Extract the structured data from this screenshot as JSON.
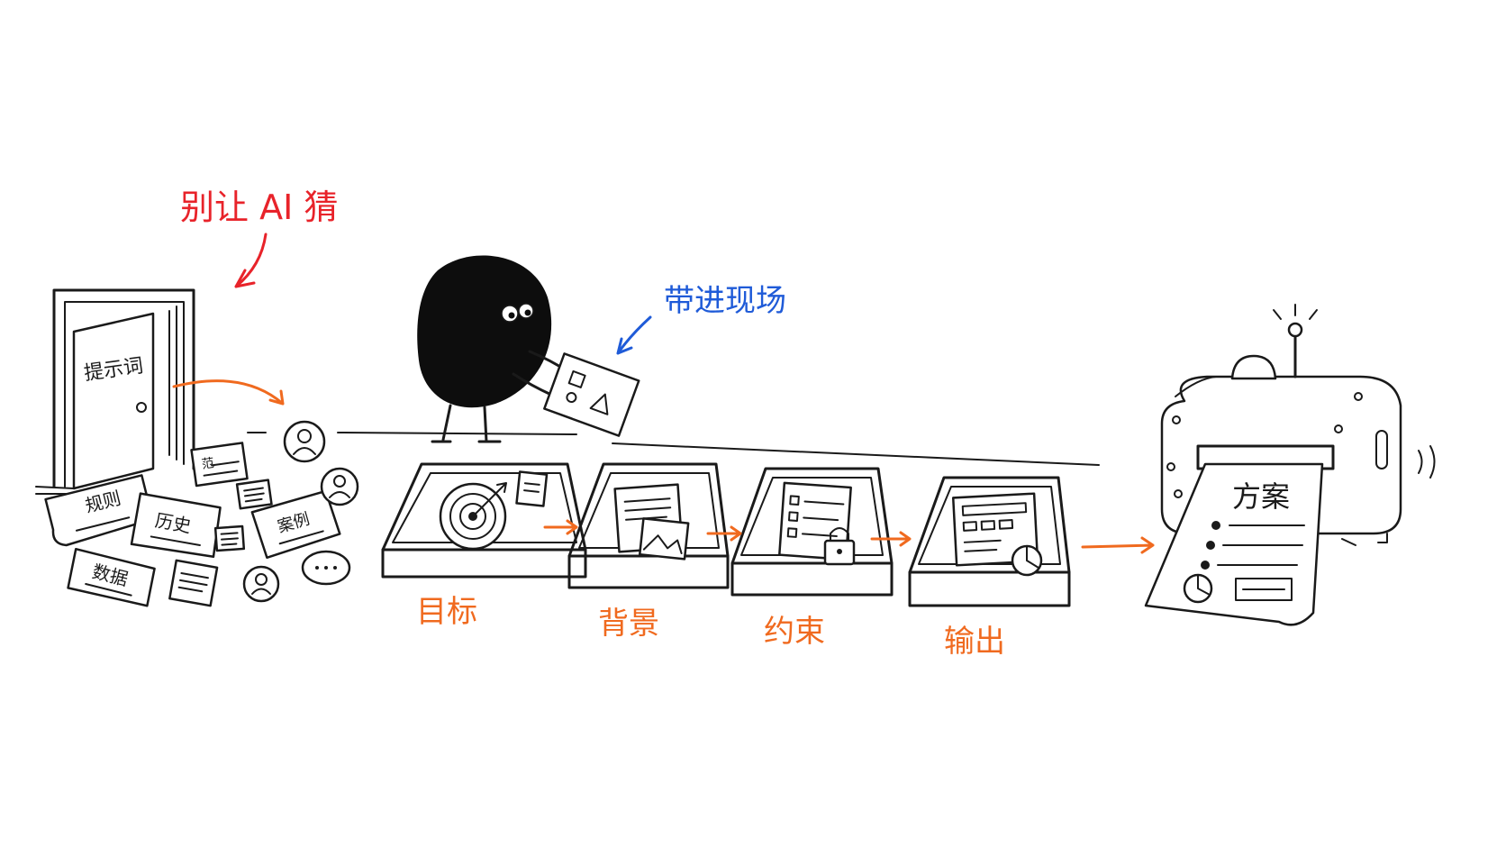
{
  "colors": {
    "ink": "#1a1a1a",
    "accent_red": "#e8232a",
    "accent_blue": "#1f5bd8",
    "accent_orange": "#f06a1f",
    "background": "#ffffff"
  },
  "annotations": {
    "dont_guess": "别让 AI 猜",
    "bring_context": "带进现场"
  },
  "door": {
    "sign": "提示词",
    "icon": "door-icon"
  },
  "scattered_notes": {
    "rules": "规则",
    "history": "历史",
    "cases": "案例",
    "data": "数据",
    "small_note": "范"
  },
  "steps": [
    {
      "label": "目标",
      "icon": "target-icon"
    },
    {
      "label": "背景",
      "icon": "document-image-icon"
    },
    {
      "label": "约束",
      "icon": "checklist-lock-icon"
    },
    {
      "label": "输出",
      "icon": "report-chart-icon"
    }
  ],
  "machine": {
    "output_title": "方案",
    "icon": "printer-machine-icon"
  },
  "character": {
    "icon": "bean-character-icon"
  }
}
